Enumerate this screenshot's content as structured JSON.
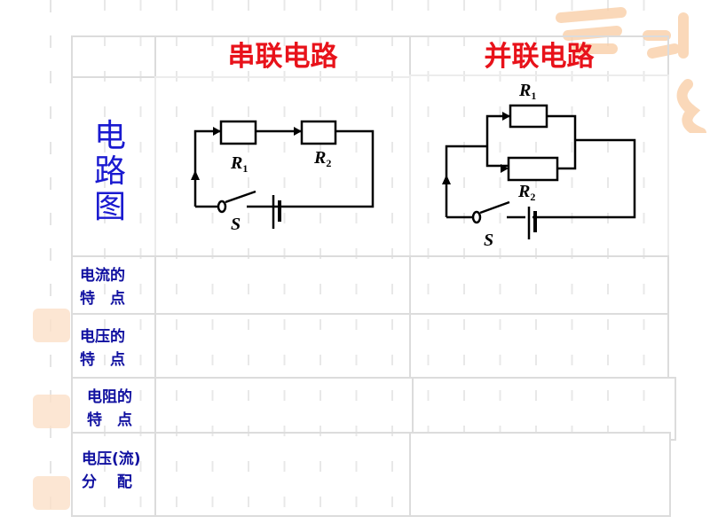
{
  "table": {
    "headers": [
      "",
      "串联电路",
      "并联电路"
    ],
    "diagram_row_label": "电\n路\n图",
    "rows": [
      {
        "label": "电流的\n特　点",
        "series": "",
        "parallel": ""
      },
      {
        "label": "电压的\n特　点",
        "series": "",
        "parallel": ""
      },
      {
        "label": "电阻的\n特　点",
        "series": "",
        "parallel": ""
      },
      {
        "label": "电压(流)\n分　 配",
        "series": "",
        "parallel": ""
      }
    ]
  },
  "series_circuit": {
    "r1": "R",
    "r1_sub": "1",
    "r2": "R",
    "r2_sub": "2",
    "switch": "S"
  },
  "parallel_circuit": {
    "r1": "R",
    "r1_sub": "1",
    "r2": "R",
    "r2_sub": "2",
    "switch": "S"
  },
  "colors": {
    "header": "#e8121a",
    "label": "#1010a0",
    "border": "#dcdcdc",
    "seal": "#fbe0c8"
  }
}
